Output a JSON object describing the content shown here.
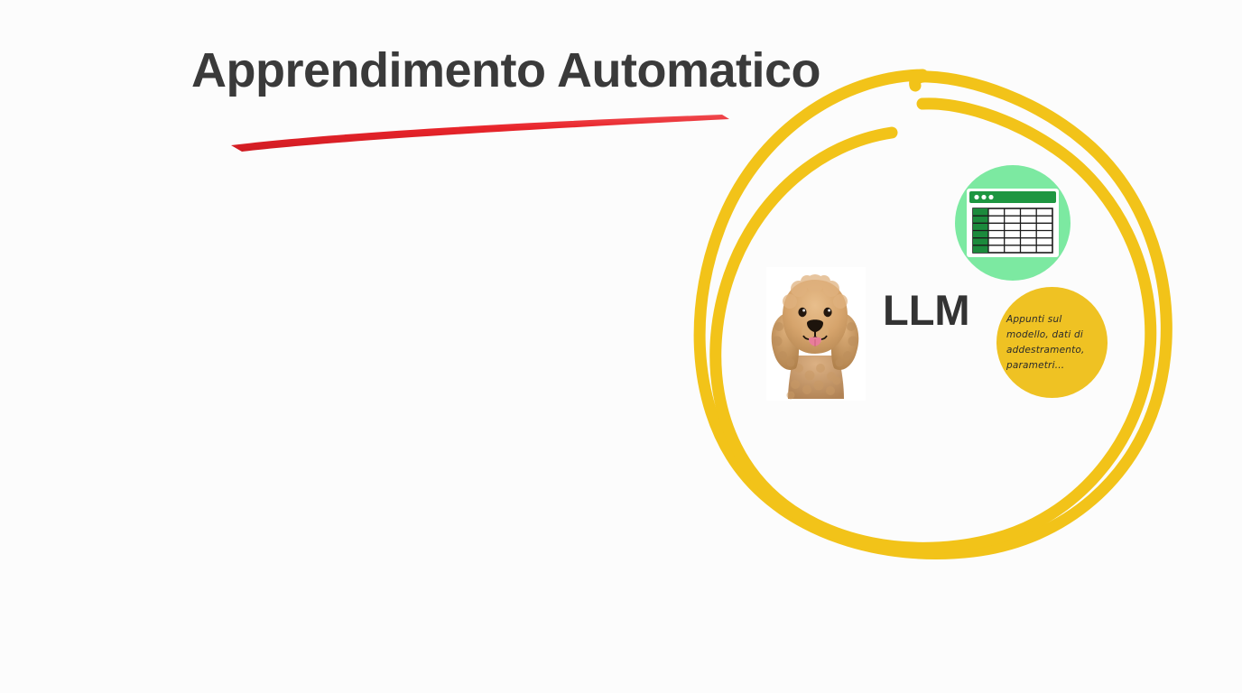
{
  "slide": {
    "background_color": "#fcfcfc",
    "title": "Apprendimento Automatico",
    "title_color": "#3a3a3a",
    "underline_color": "#e8252b"
  },
  "diagram": {
    "circle_color": "#f2c319",
    "circle_label": "hand-drawn-yellow-circle",
    "center_label": "LLM",
    "center_label_color": "#333333",
    "dog": {
      "alt": "toy poodle photo",
      "fur_color": "#d7a46a",
      "tongue_color": "#e87d9a"
    },
    "spreadsheet_icon": {
      "circle_color": "#7ce9a1",
      "header_color": "#1e9641",
      "first_column_color": "#1b8a3c",
      "window_color": "#ffffff",
      "rows": 6,
      "columns": 5,
      "dots": 3
    },
    "note": {
      "bubble_color": "#efc223",
      "text_color": "#2b2b2b",
      "lines": [
        "Appunti sul",
        "modello, dati di",
        "addestramento,",
        "parametri..."
      ],
      "full_text": "Appunti sul modello, dati di addestramento, parametri..."
    }
  }
}
